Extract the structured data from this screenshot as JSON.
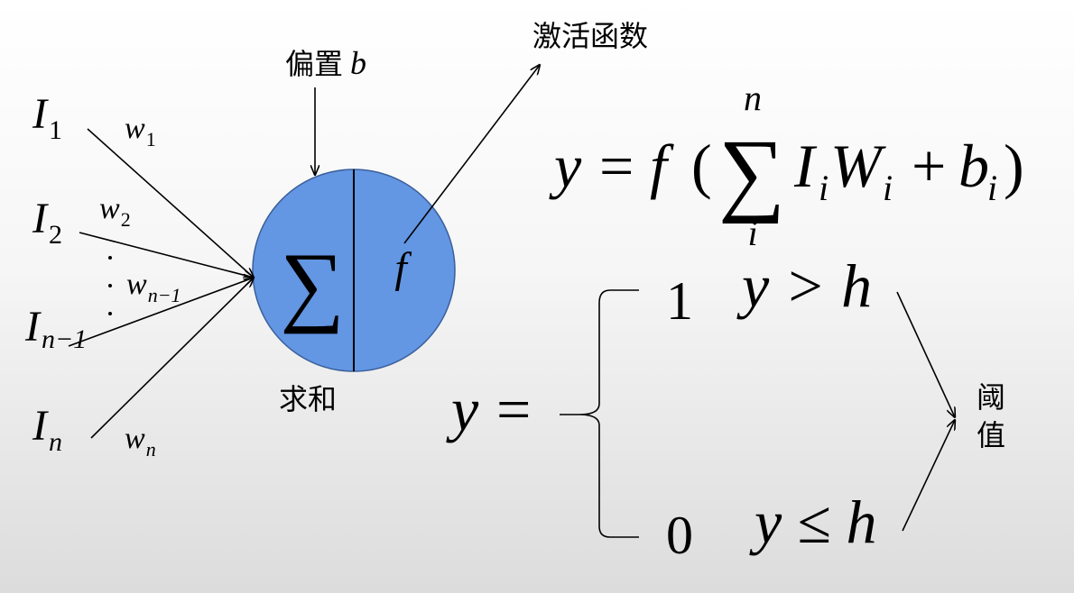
{
  "bias_label": "偏置",
  "bias_symbol": "b",
  "activation_label": "激活函数",
  "sum_label": "求和",
  "threshold_label_1": "阈",
  "threshold_label_2": "值",
  "neuron": {
    "sum_symbol": "∑",
    "function_symbol": "f",
    "fill_color": "#6396e3",
    "stroke_color": "#3a5f9a"
  },
  "inputs": [
    {
      "name": "I",
      "sub": "1",
      "weight": "w",
      "weight_sub": "1"
    },
    {
      "name": "I",
      "sub": "2",
      "weight": "w",
      "weight_sub": "2"
    },
    {
      "name": "I",
      "sub": "n−1",
      "weight": "w",
      "weight_sub": "n−1"
    },
    {
      "name": "I",
      "sub": "n",
      "weight": "w",
      "weight_sub": "n"
    }
  ],
  "formula": {
    "lhs": "y",
    "eq": "=",
    "f": "f",
    "open_paren": "(",
    "sigma": "∑",
    "upper": "n",
    "lower": "i",
    "I": "I",
    "i1": "i",
    "W": "W",
    "i2": "i",
    "plus": "+",
    "b": "b",
    "i3": "i",
    "close_paren": ")"
  },
  "piecewise": {
    "lhs": "y",
    "eq": "=",
    "case1_value": "1",
    "case1_condition": "y > h",
    "case2_value": "0",
    "case2_condition": "y ≤ h"
  }
}
